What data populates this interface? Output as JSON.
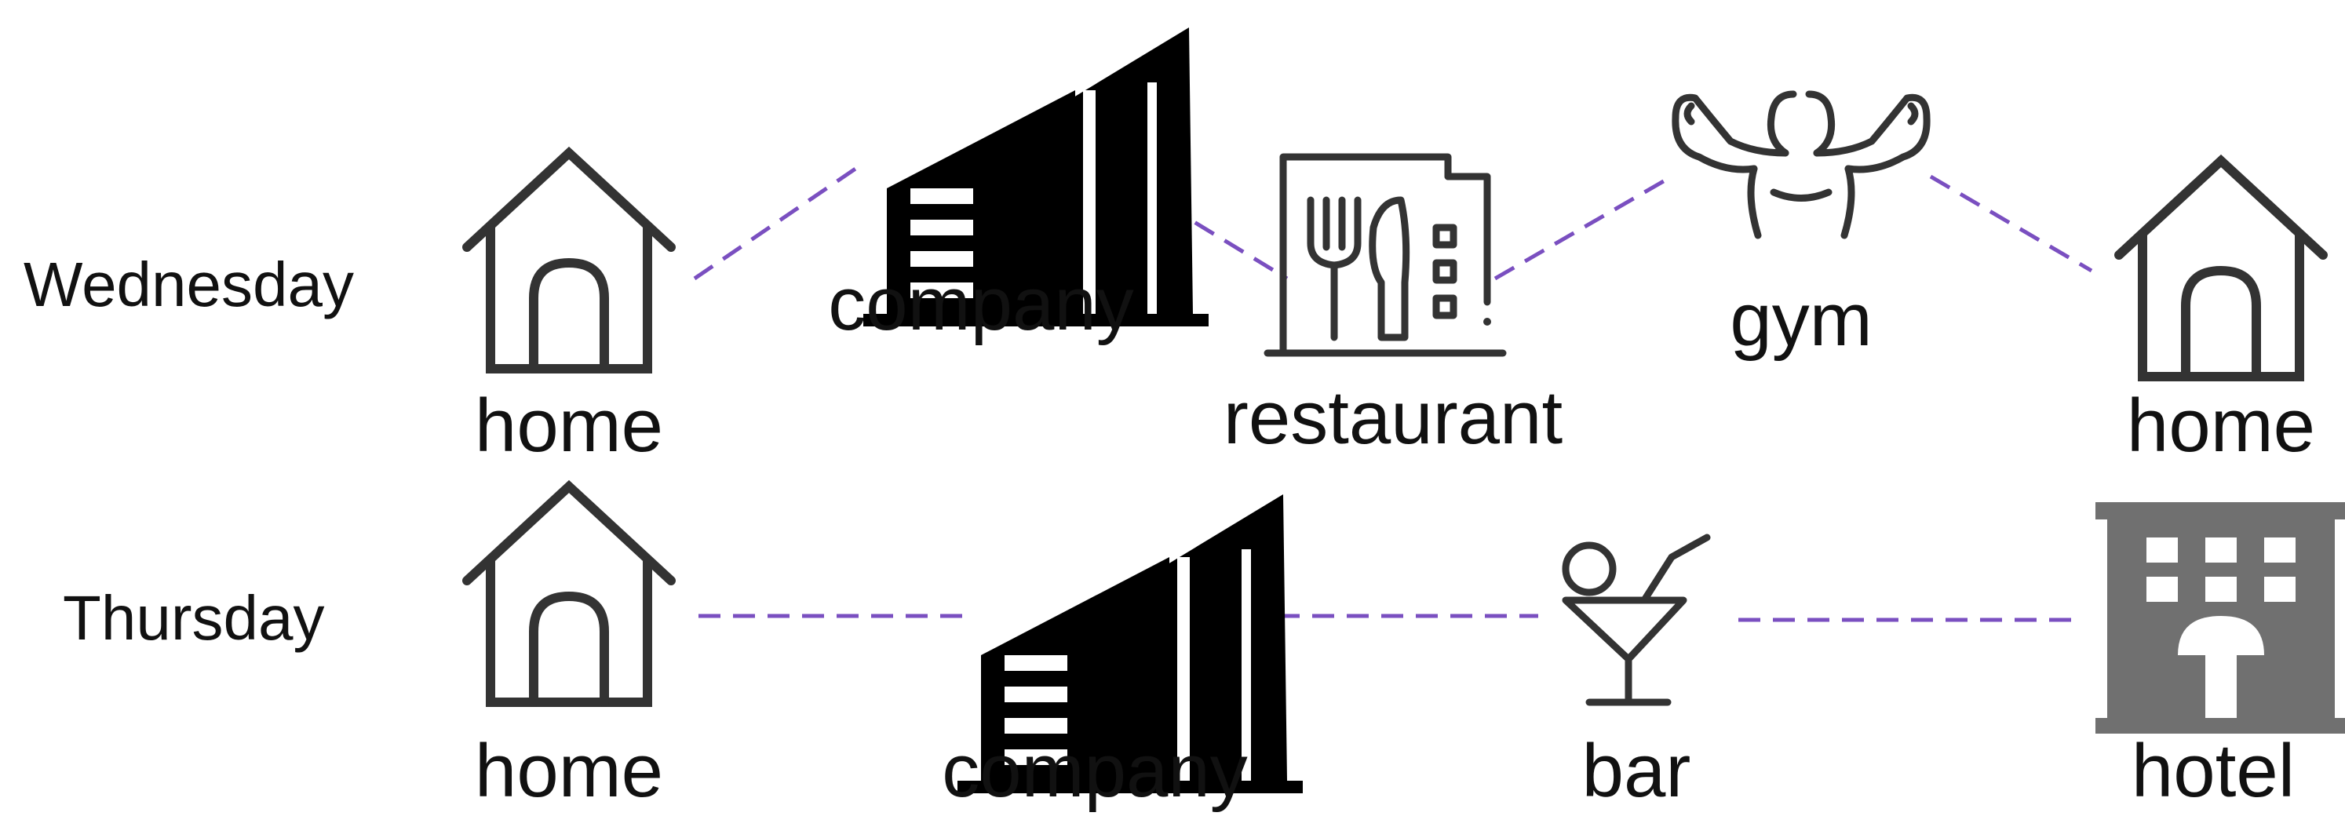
{
  "rows": [
    {
      "day": "Wednesday",
      "nodes": [
        {
          "label": "home",
          "icon": "house-outline-icon"
        },
        {
          "label": "company",
          "icon": "office-building-icon"
        },
        {
          "label": "restaurant",
          "icon": "restaurant-fork-knife-icon"
        },
        {
          "label": "gym",
          "icon": "flexing-muscles-icon"
        },
        {
          "label": "home",
          "icon": "house-outline-icon"
        }
      ]
    },
    {
      "day": "Thursday",
      "nodes": [
        {
          "label": "home",
          "icon": "house-outline-icon"
        },
        {
          "label": "company",
          "icon": "office-building-icon"
        },
        {
          "label": "bar",
          "icon": "cocktail-glass-icon"
        },
        {
          "label": "hotel",
          "icon": "hotel-building-icon"
        }
      ]
    }
  ],
  "colors": {
    "connector": "#7a4fc0",
    "icon_outline": "#333333",
    "icon_solid": "#000000",
    "hotel_fill": "#707070",
    "text": "#111111"
  }
}
